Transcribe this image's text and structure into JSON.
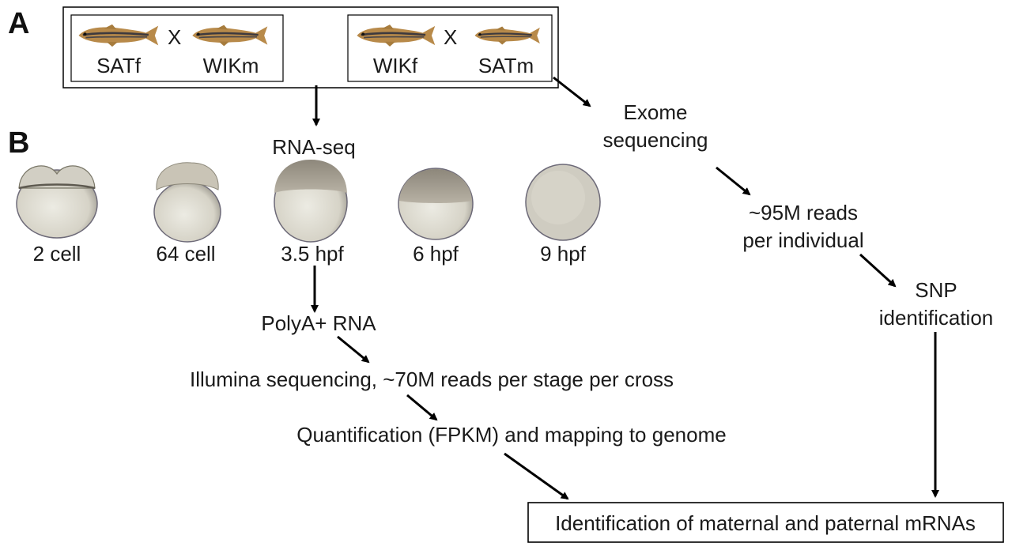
{
  "panels": {
    "a": "A",
    "b": "B"
  },
  "crosses": [
    {
      "female": "SATf",
      "male": "WIKm",
      "sign": "X"
    },
    {
      "female": "WIKf",
      "male": "SATm",
      "sign": "X"
    }
  ],
  "stages": [
    "2 cell",
    "64 cell",
    "3.5 hpf",
    "6 hpf",
    "9 hpf"
  ],
  "rnaseq": {
    "title": "RNA-seq",
    "step1": "PolyA+ RNA",
    "step2": "Illumina sequencing, ~70M reads per stage per cross",
    "step3": "Quantification (FPKM) and mapping to genome"
  },
  "exome": {
    "title_line1": "Exome",
    "title_line2": "sequencing",
    "reads_line1": "~95M reads",
    "reads_line2": "per individual",
    "snp_line1": "SNP",
    "snp_line2": "identification"
  },
  "result": "Identification of maternal and paternal mRNAs",
  "colors": {
    "line": "#000000",
    "box": "#000000",
    "embryo": "#d9d6cb",
    "fish": "#b88a4a"
  }
}
